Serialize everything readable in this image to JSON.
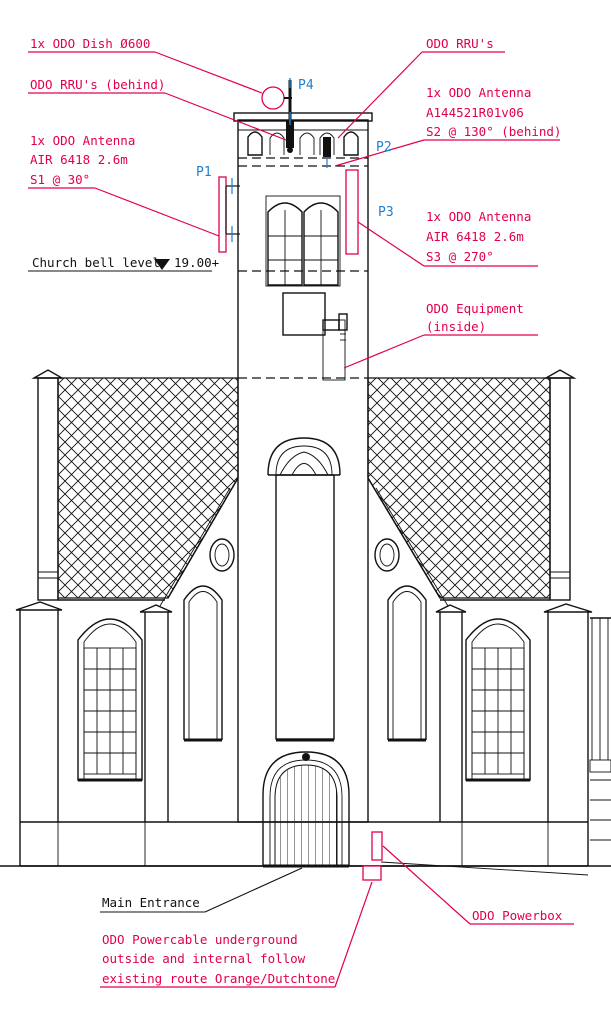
{
  "colors": {
    "annotation": "#e2004d",
    "position": "#1f7fd0",
    "linework": "#111111"
  },
  "labels": {
    "dish": "1x ODO Dish Ø600",
    "rru_behind": "ODO RRU's (behind)",
    "rru": "ODO RRU's",
    "s1_line1": "1x ODO Antenna",
    "s1_line2": "AIR 6418 2.6m",
    "s1_line3": "S1 @ 30°",
    "s2_line1": "1x ODO Antenna",
    "s2_line2": "A144521R01v06",
    "s2_line3": "S2 @ 130° (behind)",
    "s3_line1": "1x ODO Antenna",
    "s3_line2": "AIR 6418 2.6m",
    "s3_line3": "S3 @ 270°",
    "bell_level": "Church bell level",
    "bell_level_value": "19.00+",
    "equipment_line1": "ODO Equipment",
    "equipment_line2": "(inside)",
    "main_entrance": "Main Entrance",
    "powerbox": "ODO Powerbox",
    "powercable_line1": "ODO Powercable underground",
    "powercable_line2": "outside and internal follow",
    "powercable_line3": "existing route Orange/Dutchtone"
  },
  "positions": {
    "p1": "P1",
    "p2": "P2",
    "p3": "P3",
    "p4": "P4"
  }
}
